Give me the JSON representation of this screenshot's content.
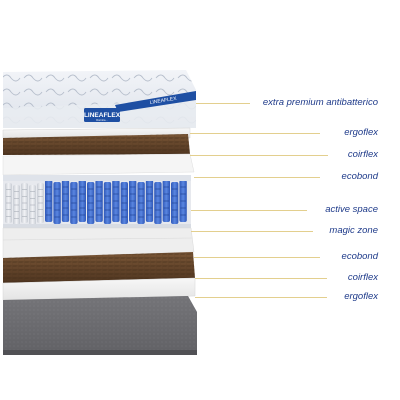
{
  "brand": {
    "logo_text": "LINEAFLEX",
    "logo_subtext": "Dormire...",
    "tape_text": "LINEAFLEX",
    "colors": {
      "brand_blue": "#1e4fa3",
      "label_text": "#1f3b8a",
      "leader_line": "#e3cf8e",
      "coir": "#6a4a2c",
      "spring_blue": "#3f6bd0",
      "base_grey": "#6e6e72"
    }
  },
  "layers": [
    {
      "label": "extra premium antibatterico"
    },
    {
      "label": "ergoflex"
    },
    {
      "label": "coirflex"
    },
    {
      "label": "ecobond"
    },
    {
      "label": "active space"
    },
    {
      "label": "magic zone"
    },
    {
      "label": "ecobond"
    },
    {
      "label": "coirflex"
    },
    {
      "label": "ergoflex"
    }
  ]
}
